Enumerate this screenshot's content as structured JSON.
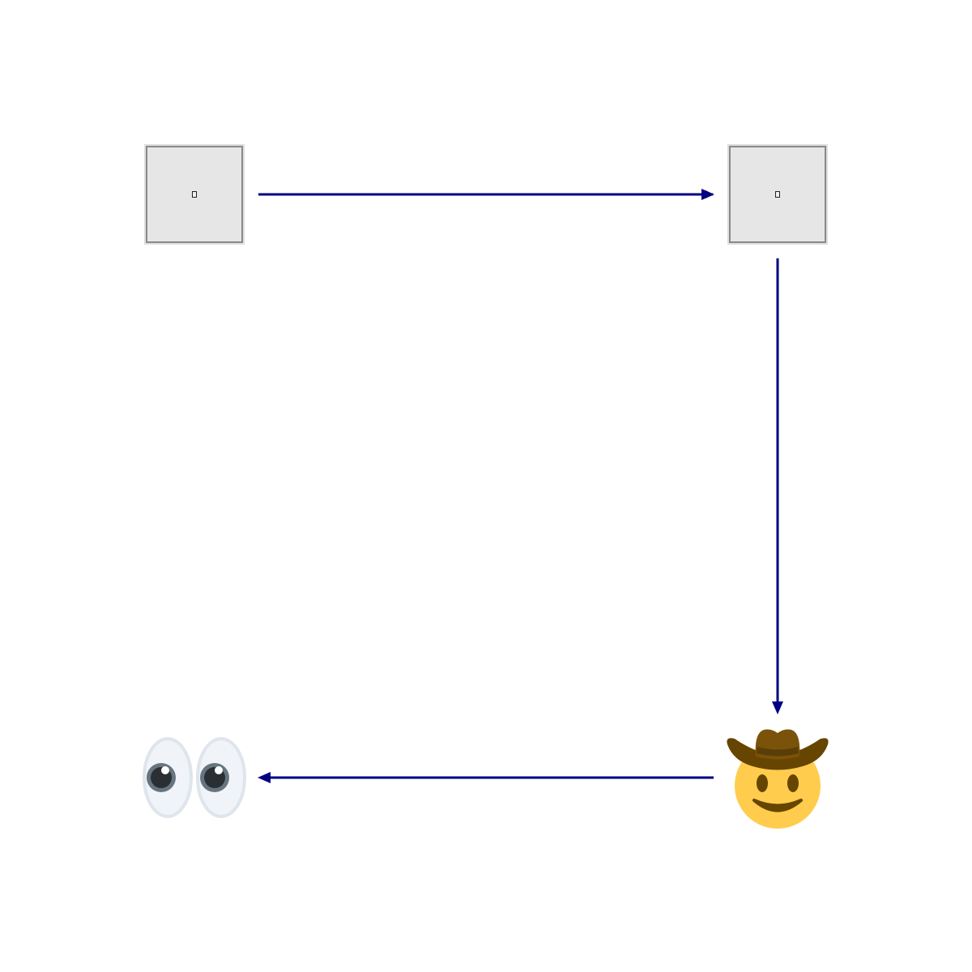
{
  "diagram": {
    "nodes": [
      {
        "id": "top-left",
        "kind": "placeholder-box",
        "icon": "missing-glyph-icon"
      },
      {
        "id": "top-right",
        "kind": "placeholder-box",
        "icon": "missing-glyph-icon"
      },
      {
        "id": "bottom-right",
        "kind": "emoji",
        "icon": "cowboy-hat-face-icon"
      },
      {
        "id": "bottom-left",
        "kind": "emoji",
        "icon": "eyes-icon"
      }
    ],
    "edges": [
      {
        "from": "top-left",
        "to": "top-right"
      },
      {
        "from": "top-right",
        "to": "bottom-right"
      },
      {
        "from": "bottom-right",
        "to": "bottom-left"
      }
    ],
    "colors": {
      "arrow": "#000080",
      "box_fill": "#e6e6e6",
      "box_border": "#8a8a8a",
      "cowboy_face": "#ffcc4d",
      "cowboy_hat": "#7a5209",
      "eye_white": "#f0f4f8",
      "eye_iris": "#66757f"
    }
  }
}
